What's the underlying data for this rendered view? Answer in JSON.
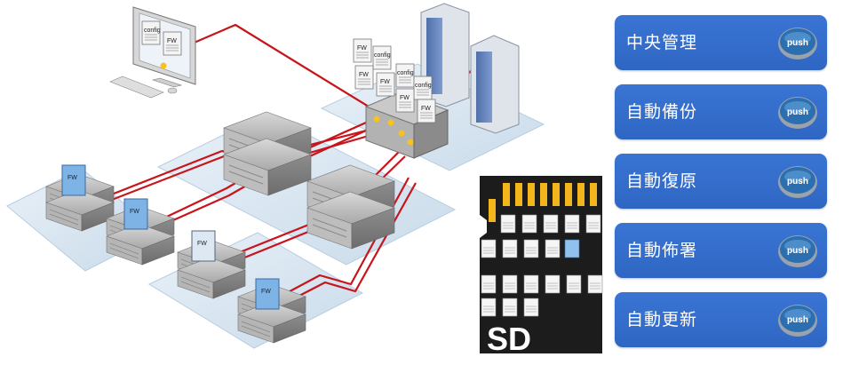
{
  "features": [
    {
      "label": "中央管理",
      "button": "push"
    },
    {
      "label": "自動備份",
      "button": "push"
    },
    {
      "label": "自動復原",
      "button": "push"
    },
    {
      "label": "自動佈署",
      "button": "push"
    },
    {
      "label": "自動更新",
      "button": "push"
    }
  ],
  "sd_card": {
    "label": "SD"
  },
  "doc_labels": {
    "config": "config",
    "fw": "FW"
  },
  "colors": {
    "link": "#c8151b",
    "button_blue": "#3570cf",
    "push_button": "#2b6fb0",
    "sd_body": "#1c1c1c",
    "sd_pin": "#f2b61c"
  }
}
